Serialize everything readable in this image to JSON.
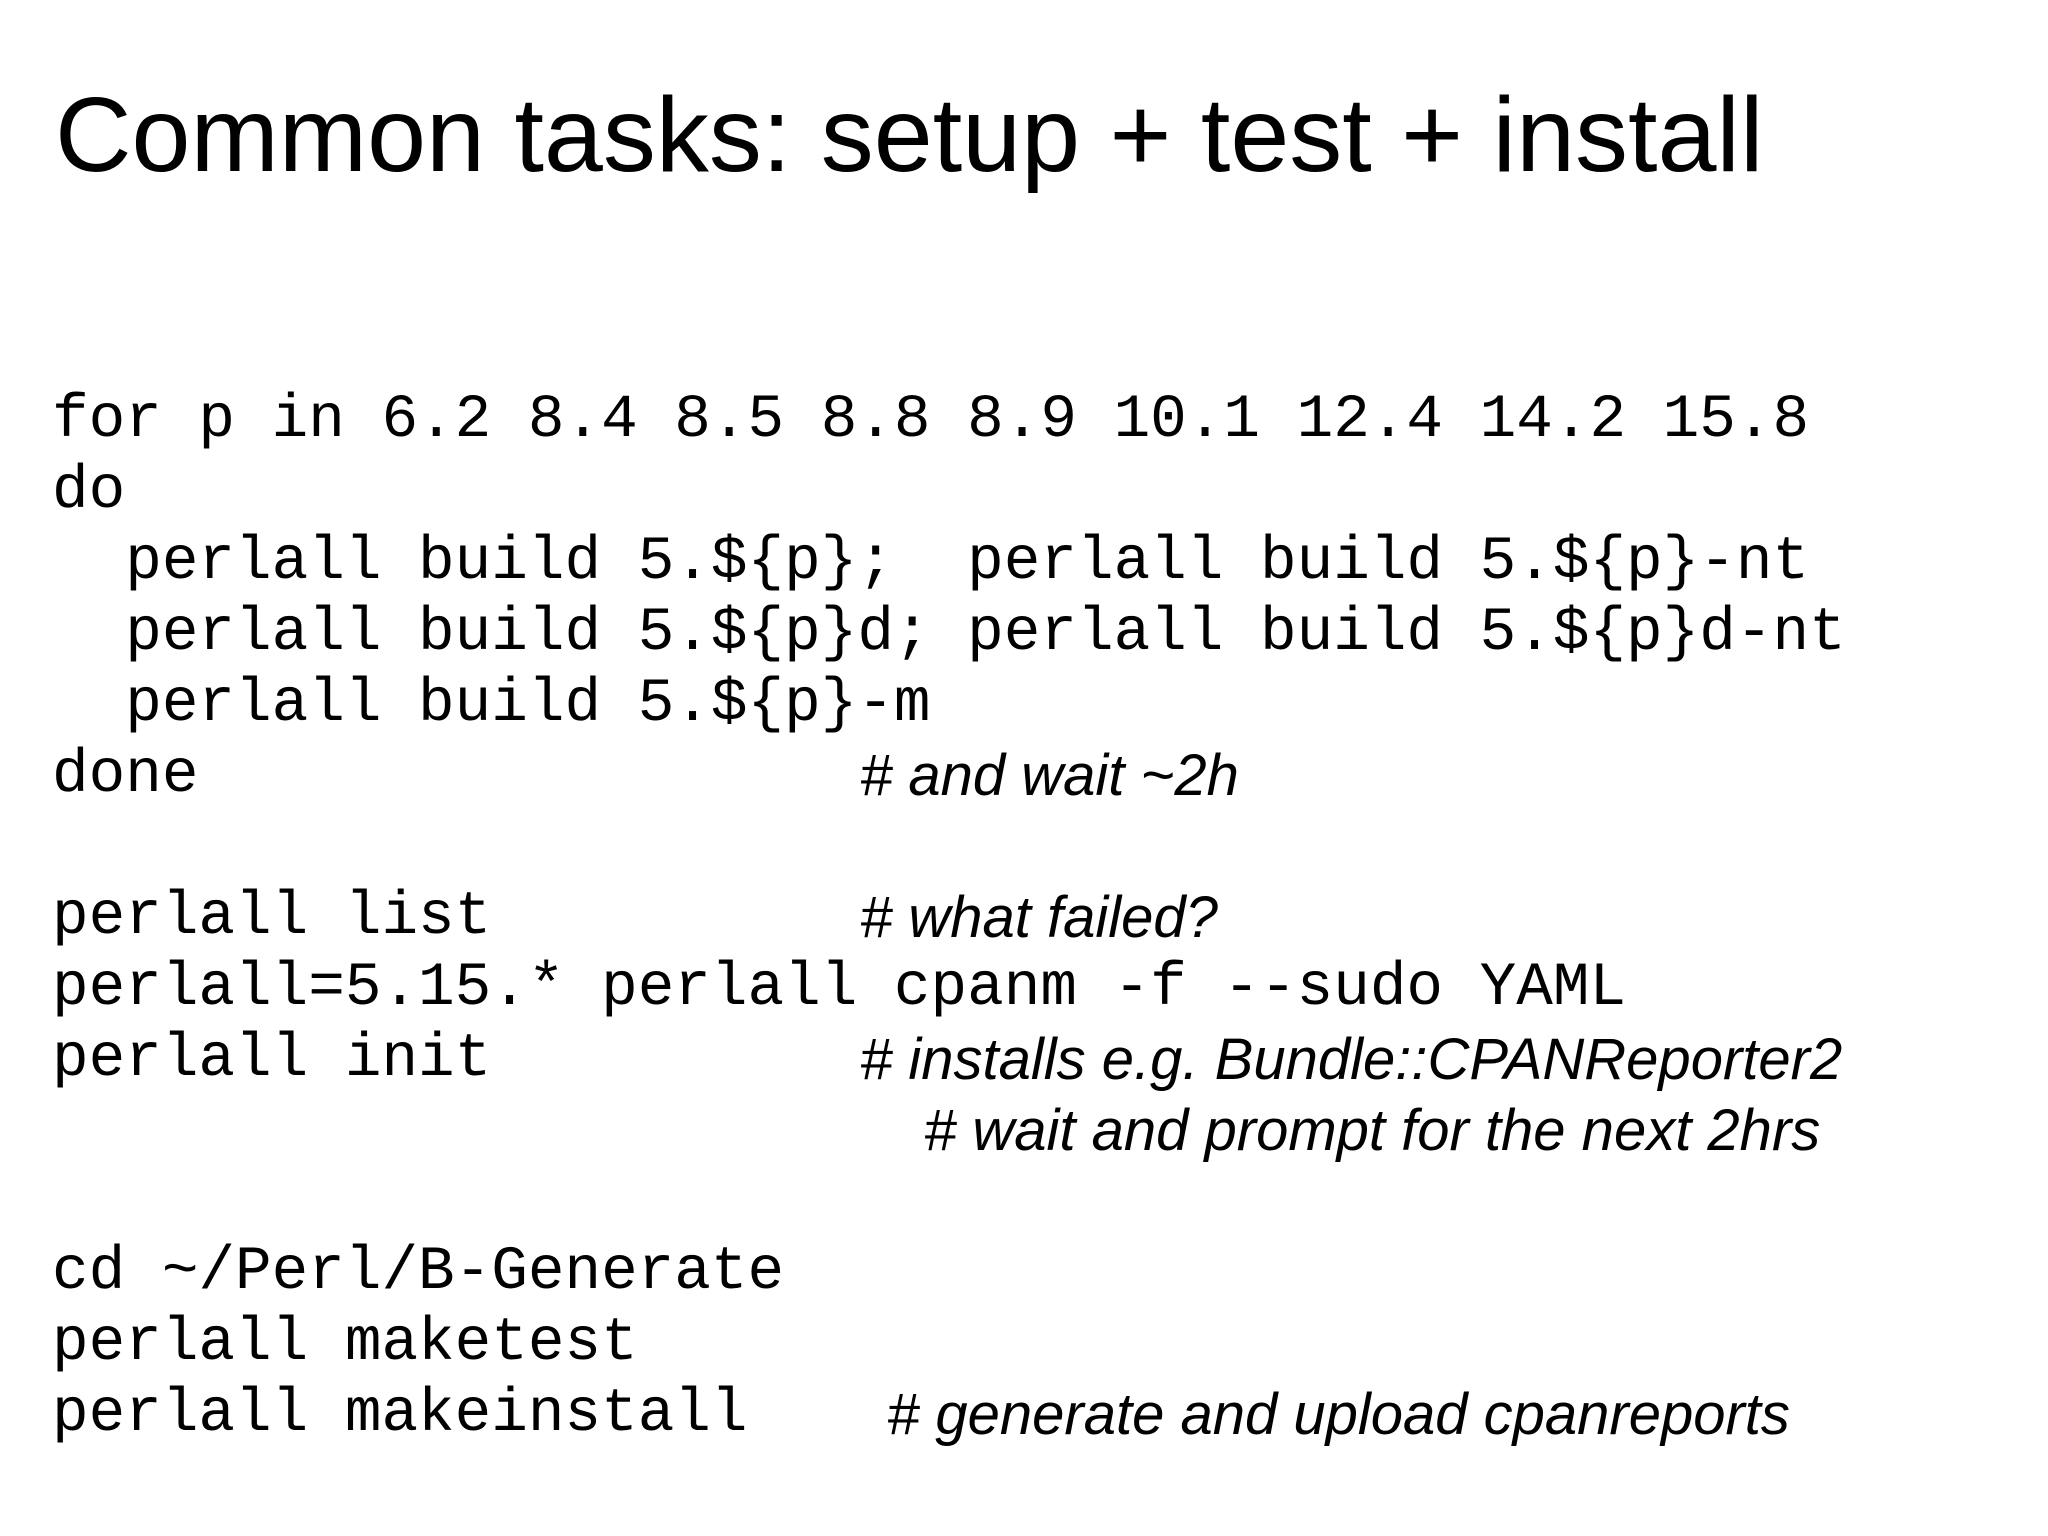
{
  "slide": {
    "title": "Common tasks: setup + test + install",
    "background_color": "#ffffff",
    "text_color": "#000000"
  },
  "code_block": {
    "lines": [
      {
        "code": "for p in 6.2 8.4 8.5 8.8 8.9 10.1 12.4 14.2 15.8",
        "comment": ""
      },
      {
        "code": "do",
        "comment": ""
      },
      {
        "code": "  perlall build 5.${p};  perlall build 5.${p}-nt",
        "comment": ""
      },
      {
        "code": "  perlall build 5.${p}d; perlall build 5.${p}d-nt",
        "comment": ""
      },
      {
        "code": "  perlall build 5.${p}-m",
        "comment": ""
      },
      {
        "code": "done",
        "comment": "# and wait ~2h"
      },
      {
        "code": "",
        "comment": ""
      },
      {
        "code": "perlall list",
        "comment": "# what failed?"
      },
      {
        "code": "perlall=5.15.* perlall cpanm -f --sudo YAML",
        "comment": ""
      },
      {
        "code": "perlall init",
        "comment": "# installs e.g. Bundle::CPANReporter2"
      },
      {
        "code": "",
        "comment": "# wait and prompt for the next 2hrs"
      },
      {
        "code": "",
        "comment": ""
      },
      {
        "code": "cd ~/Perl/B-Generate",
        "comment": ""
      },
      {
        "code": "perlall maketest",
        "comment": ""
      },
      {
        "code": "perlall makeinstall",
        "comment": "# generate and upload cpanreports"
      }
    ]
  }
}
